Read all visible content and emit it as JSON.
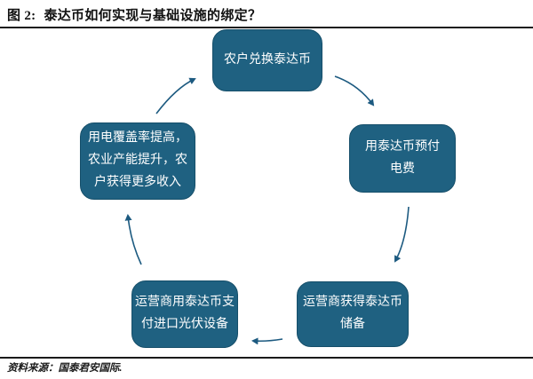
{
  "figure": {
    "label": "图 2:",
    "title": "泰达币如何实现与基础设施的绑定？"
  },
  "source": {
    "label": "资料来源：",
    "name": "国泰君安国际."
  },
  "colors": {
    "node_fill": "#1F6181",
    "node_text": "#FFFFFF",
    "arrow": "#1C5A80",
    "rule": "#1A1A1A"
  },
  "flow": {
    "type": "cycle",
    "nodes": [
      {
        "id": "farmer-exchange-usdt",
        "position": "top",
        "label": "农户兑换泰达币"
      },
      {
        "id": "prepay-electricity",
        "position": "right",
        "label": "用泰达币预付电费"
      },
      {
        "id": "operator-usdt-reserve",
        "position": "bottom-right",
        "label": "运营商获得泰达币储备"
      },
      {
        "id": "pay-imported-pv",
        "position": "bottom-left",
        "label": "运营商用泰达币支付进口光伏设备"
      },
      {
        "id": "coverage-income-rise",
        "position": "left",
        "label": "用电覆盖率提高，农业产能提升，农户获得更多收入"
      }
    ],
    "edges": [
      {
        "from": "farmer-exchange-usdt",
        "to": "prepay-electricity"
      },
      {
        "from": "prepay-electricity",
        "to": "operator-usdt-reserve"
      },
      {
        "from": "operator-usdt-reserve",
        "to": "pay-imported-pv"
      },
      {
        "from": "pay-imported-pv",
        "to": "coverage-income-rise"
      },
      {
        "from": "coverage-income-rise",
        "to": "farmer-exchange-usdt"
      }
    ]
  }
}
